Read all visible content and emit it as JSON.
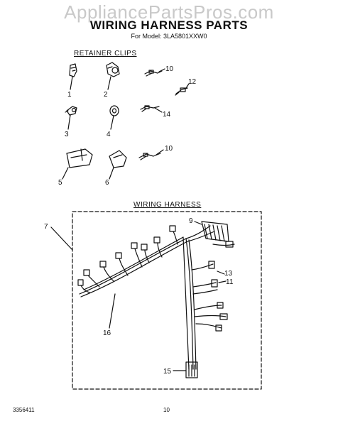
{
  "watermark": "AppliancePartsPros.com",
  "header": {
    "title": "WIRING HARNESS PARTS",
    "model": "For Model: 3LA5801XXW0"
  },
  "sections": {
    "retainer_clips": "RETAINER CLIPS",
    "wiring_harness": "WIRING HARNESS"
  },
  "callouts": [
    "1",
    "2",
    "3",
    "4",
    "5",
    "6",
    "7",
    "9",
    "10",
    "10",
    "11",
    "12",
    "13",
    "14",
    "15",
    "16"
  ],
  "footer": {
    "doc_number": "3356411",
    "page_number": "10"
  },
  "colors": {
    "ink": "#111111",
    "watermark": "#c9c9c9"
  }
}
